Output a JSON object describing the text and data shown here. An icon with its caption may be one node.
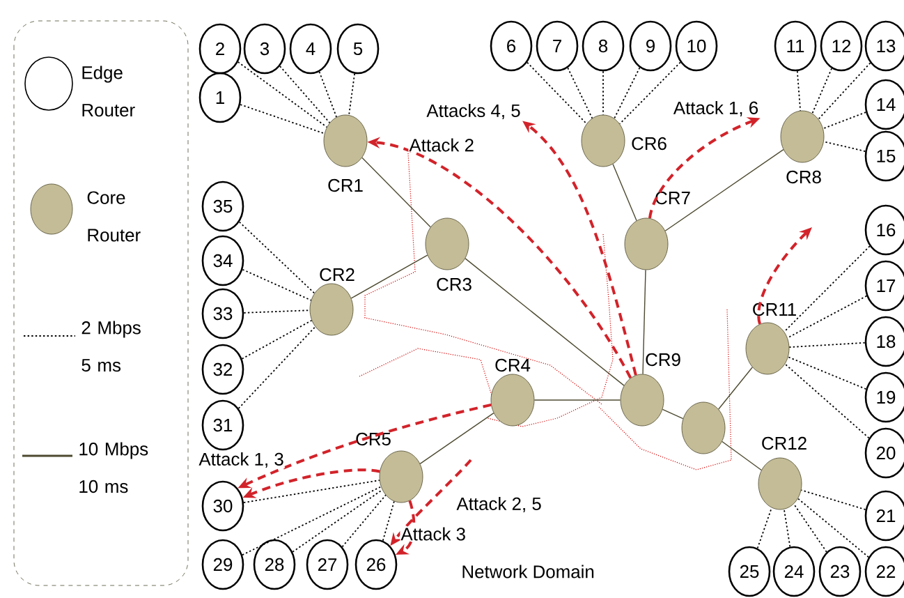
{
  "diagram": {
    "nodes": [
      {
        "text": [
          "1"
        ]
      },
      {
        "text": [
          "2"
        ]
      },
      {
        "text": [
          "3"
        ]
      },
      {
        "text": [
          "4"
        ]
      },
      {
        "text": [
          "5"
        ]
      },
      {
        "text": [
          "6"
        ]
      },
      {
        "text": [
          "7"
        ]
      },
      {
        "text": [
          "8"
        ]
      },
      {
        "text": [
          "9"
        ]
      },
      {
        "text": [
          "10"
        ]
      },
      {
        "text": [
          "11"
        ]
      },
      {
        "text": [
          "12"
        ]
      },
      {
        "text": [
          "13"
        ]
      },
      {
        "text": [
          "14"
        ]
      },
      {
        "text": [
          "15"
        ]
      },
      {
        "text": [
          "16"
        ]
      },
      {
        "text": [
          "17"
        ]
      },
      {
        "text": [
          "18"
        ]
      },
      {
        "text": [
          "19"
        ]
      },
      {
        "text": [
          "20"
        ]
      },
      {
        "text": [
          "21"
        ]
      },
      {
        "text": [
          "22"
        ]
      },
      {
        "text": [
          "23"
        ]
      },
      {
        "text": [
          "24"
        ]
      },
      {
        "text": [
          "25"
        ]
      },
      {
        "text": [
          "26"
        ]
      },
      {
        "text": [
          "27"
        ]
      },
      {
        "text": [
          "28"
        ]
      },
      {
        "text": [
          "29"
        ]
      },
      {
        "text": [
          "30"
        ]
      },
      {
        "text": [
          "31"
        ]
      },
      {
        "text": [
          "32"
        ]
      },
      {
        "text": [
          "33"
        ]
      },
      {
        "text": [
          "34"
        ]
      },
      {
        "text": [
          "35"
        ]
      },
      {
        "text": [],
        "shape": "circle",
        "beside": [
          "CR1"
        ]
      },
      {
        "text": [],
        "shape": "circle",
        "beside": [
          "CR2"
        ]
      },
      {
        "text": [],
        "shape": "circle",
        "beside": [
          "CR3"
        ]
      },
      {
        "text": [],
        "shape": "circle",
        "beside": [
          "CR4"
        ]
      },
      {
        "text": [],
        "shape": "circle",
        "beside": [
          "CR5"
        ]
      },
      {
        "text": [],
        "shape": "circle",
        "beside": [
          "CR6"
        ]
      },
      {
        "text": [],
        "shape": "circle",
        "beside": [
          "CR7"
        ]
      },
      {
        "text": [],
        "shape": "circle",
        "beside": [
          "CR8"
        ]
      },
      {
        "text": [],
        "shape": "circle",
        "beside": [
          "CR9"
        ]
      },
      {
        "text": [],
        "shape": "circle"
      },
      {
        "text": [],
        "shape": "circle",
        "beside": [
          "CR11"
        ]
      },
      {
        "text": [],
        "shape": "circle",
        "beside": [
          "CR12"
        ]
      },
      {
        "text": [
          "Attacks 4, 5"
        ]
      },
      {
        "text": [
          "Attack 1, 6"
        ]
      }
    ],
    "edges": [
      {
        "from": 0,
        "to": 35,
        "arrow": "none",
        "style": "dashed"
      },
      {
        "from": 1,
        "to": 35,
        "arrow": "none",
        "style": "dashed"
      },
      {
        "from": 2,
        "to": 35,
        "arrow": "none",
        "style": "dashed"
      },
      {
        "from": 3,
        "to": 35,
        "arrow": "none",
        "style": "dashed"
      },
      {
        "from": 4,
        "to": 35,
        "arrow": "none",
        "style": "dashed"
      },
      {
        "from": 5,
        "to": 40,
        "arrow": "none",
        "style": "dashed"
      },
      {
        "from": 6,
        "to": 40,
        "arrow": "none",
        "style": "dashed"
      },
      {
        "from": 7,
        "to": 40,
        "arrow": "none",
        "style": "dashed"
      },
      {
        "from": 8,
        "to": 40,
        "arrow": "none",
        "style": "dashed"
      },
      {
        "from": 9,
        "to": 40,
        "arrow": "none",
        "style": "dashed"
      },
      {
        "from": 10,
        "to": 42,
        "arrow": "none",
        "style": "dashed"
      },
      {
        "from": 11,
        "to": 42,
        "arrow": "none",
        "style": "dashed"
      },
      {
        "from": 12,
        "to": 42,
        "arrow": "none",
        "style": "dashed"
      },
      {
        "from": 13,
        "to": 42,
        "arrow": "none",
        "style": "dashed"
      },
      {
        "from": 14,
        "to": 42,
        "arrow": "none",
        "style": "dashed"
      },
      {
        "from": 15,
        "to": 45,
        "arrow": "none",
        "style": "dashed"
      },
      {
        "from": 16,
        "to": 45,
        "arrow": "none",
        "style": "dashed"
      },
      {
        "from": 17,
        "to": 45,
        "arrow": "none",
        "style": "dashed"
      },
      {
        "from": 18,
        "to": 45,
        "arrow": "none",
        "style": "dashed"
      },
      {
        "from": 19,
        "to": 45,
        "arrow": "none",
        "style": "dashed"
      },
      {
        "from": 20,
        "to": 46,
        "arrow": "none",
        "style": "dashed"
      },
      {
        "from": 21,
        "to": 46,
        "arrow": "none",
        "style": "dashed"
      },
      {
        "from": 22,
        "to": 46,
        "arrow": "none",
        "style": "dashed"
      },
      {
        "from": 23,
        "to": 46,
        "arrow": "none",
        "style": "dashed"
      },
      {
        "from": 24,
        "to": 46,
        "arrow": "none",
        "style": "dashed"
      },
      {
        "from": 25,
        "to": 39,
        "arrow": "none",
        "style": "dashed"
      },
      {
        "from": 26,
        "to": 39,
        "arrow": "none",
        "style": "dashed"
      },
      {
        "from": 27,
        "to": 39,
        "arrow": "none",
        "style": "dashed"
      },
      {
        "from": 28,
        "to": 39,
        "arrow": "none",
        "style": "dashed"
      },
      {
        "from": 29,
        "to": 39,
        "arrow": "none",
        "style": "dashed"
      },
      {
        "from": 30,
        "to": 36,
        "arrow": "none",
        "style": "dashed"
      },
      {
        "from": 31,
        "to": 36,
        "arrow": "none",
        "style": "dashed"
      },
      {
        "from": 32,
        "to": 36,
        "arrow": "none",
        "style": "dashed"
      },
      {
        "from": 33,
        "to": 36,
        "arrow": "none",
        "style": "dashed"
      },
      {
        "from": 34,
        "to": 36,
        "arrow": "none",
        "style": "dashed"
      },
      {
        "from": 35,
        "to": 37,
        "arrow": "none",
        "color": "#4d4a30"
      },
      {
        "from": 36,
        "to": 37,
        "arrow": "none",
        "color": "#4d4a30"
      },
      {
        "from": 37,
        "to": 43,
        "arrow": "none",
        "color": "#4d4a30"
      },
      {
        "from": 38,
        "to": 43,
        "arrow": "none",
        "color": "#4d4a30"
      },
      {
        "from": 38,
        "to": 39,
        "arrow": "none",
        "color": "#4d4a30"
      },
      {
        "from": 40,
        "to": 41,
        "arrow": "none",
        "color": "#4d4a30"
      },
      {
        "from": 41,
        "to": 42,
        "arrow": "none",
        "color": "#4d4a30"
      },
      {
        "from": 41,
        "to": 43,
        "arrow": "none",
        "color": "#4d4a30"
      },
      {
        "from": 43,
        "to": 44,
        "arrow": "none",
        "color": "#4d4a30"
      },
      {
        "from": 44,
        "to": 45,
        "arrow": "none",
        "color": "#4d4a30"
      },
      {
        "from": 44,
        "to": 46,
        "arrow": "none",
        "color": "#4d4a30"
      },
      {
        "from": 43,
        "to": 35,
        "arrow": "to",
        "style": "dashed",
        "color": "#d2232a"
      },
      {
        "from": 41,
        "to": 48,
        "arrow": "to",
        "style": "dashed",
        "color": "#d2232a"
      },
      {
        "from": 39,
        "to": 29,
        "arrow": "to",
        "style": "dashed",
        "color": "#d2232a"
      },
      {
        "from": 43,
        "to": 47,
        "arrow": "to",
        "style": "dashed",
        "color": "#d2232a"
      },
      {
        "from": 45,
        "to": null,
        "arrow": "to",
        "style": "dashed",
        "color": "#d2232a"
      },
      {
        "from": 38,
        "to": 29,
        "arrow": "to",
        "style": "dashed",
        "color": "#d2232a"
      },
      {
        "from": null,
        "to": 25,
        "arrow": "to",
        "style": "dashed",
        "color": "#d2232a"
      },
      {
        "from": 39,
        "to": 25,
        "arrow": "to",
        "style": "dashed",
        "color": "#d2232a"
      }
    ],
    "labels": [
      "Attack 2",
      "Attack 1, 3",
      "Attack 2, 5",
      "Attack 3",
      "Network Domain"
    ],
    "legend": [
      {
        "text": "Edge Router"
      },
      {
        "text": "Core Router"
      },
      {
        "text": "2 Mbps 5 ms"
      },
      {
        "text": "10 Mbps 10 ms"
      }
    ]
  }
}
